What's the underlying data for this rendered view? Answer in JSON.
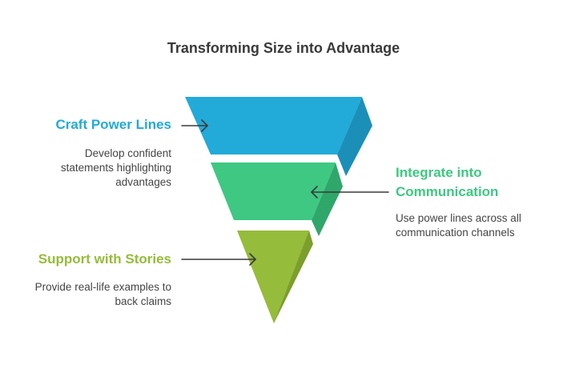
{
  "title": "Transforming Size into Advantage",
  "stages": [
    {
      "label": "Craft Power Lines",
      "description": "Develop confident statements highlighting advantages",
      "color": "#22aad9",
      "shade": "#1b8fb8"
    },
    {
      "label": "Integrate into Communication",
      "description": "Use power lines across all communication channels",
      "color": "#3ec882",
      "shade": "#2fa76b"
    },
    {
      "label": "Support with Stories",
      "description": "Provide real-life examples to back claims",
      "color": "#95bc3a",
      "shade": "#7c9e2c"
    }
  ],
  "arrow_color": "#3a3a3a"
}
